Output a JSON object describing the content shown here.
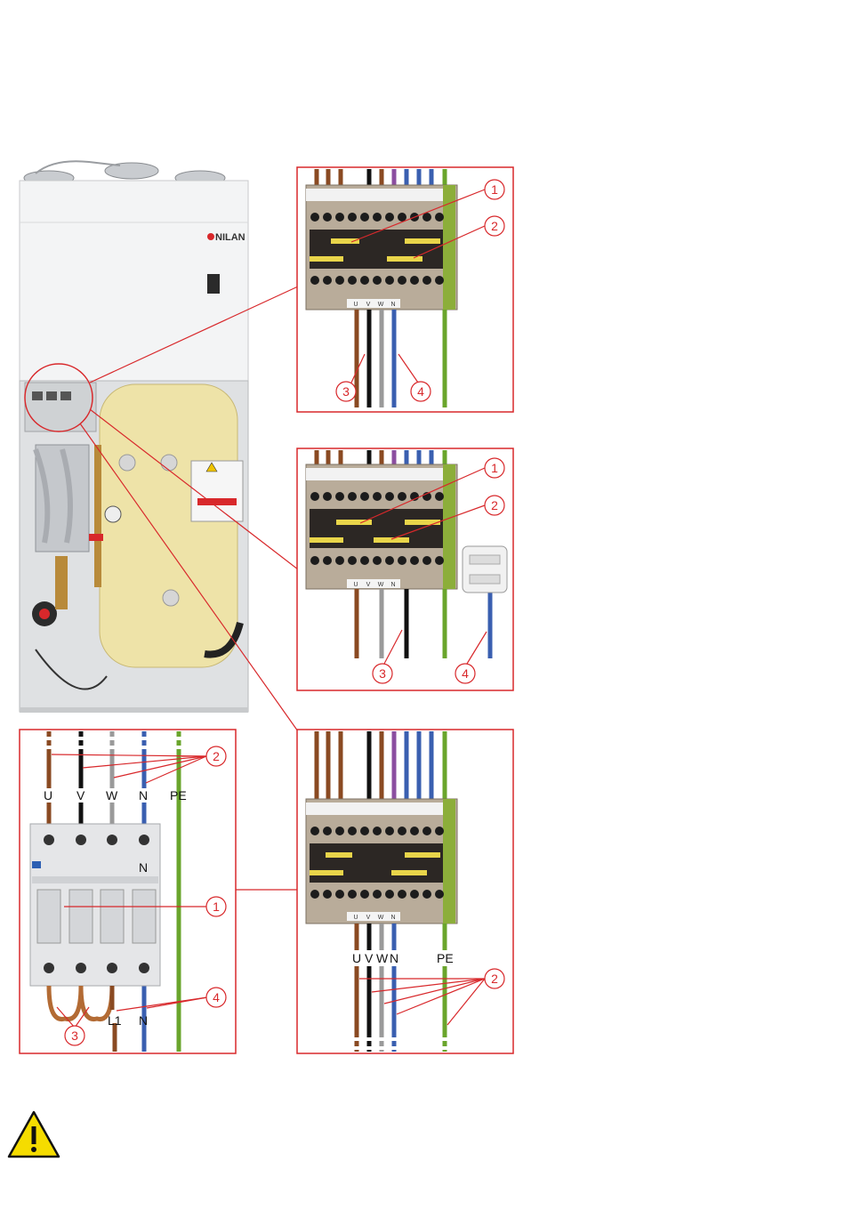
{
  "brand": "NILAN",
  "colors": {
    "frame": "#d8282b",
    "brown": "#8a4a22",
    "black": "#111111",
    "grey": "#9a9a9a",
    "blue": "#3a5fb0",
    "purple": "#8b4ea0",
    "pe": "#6aa52c",
    "yellow": "#e9d54a",
    "terminal": "#b9ac9a",
    "tank": "#eee3a8"
  },
  "panel1": {
    "callouts": [
      "1",
      "2",
      "3",
      "4"
    ]
  },
  "panel2": {
    "callouts": [
      "1",
      "2",
      "3",
      "4"
    ]
  },
  "panel3": {
    "wire_labels": [
      "U",
      "V",
      "W",
      "N",
      "PE"
    ],
    "bottom_labels": [
      "L1",
      "N"
    ],
    "callouts": [
      "1",
      "2",
      "3",
      "4"
    ],
    "breaker_top": [
      "N"
    ]
  },
  "panel4": {
    "wire_labels": [
      "U",
      "V",
      "W",
      "N",
      "PE"
    ],
    "callouts": [
      "2"
    ]
  },
  "terminal_labels": [
    "U",
    "V",
    "W",
    "N"
  ],
  "warning_icon": "warning-triangle-icon"
}
